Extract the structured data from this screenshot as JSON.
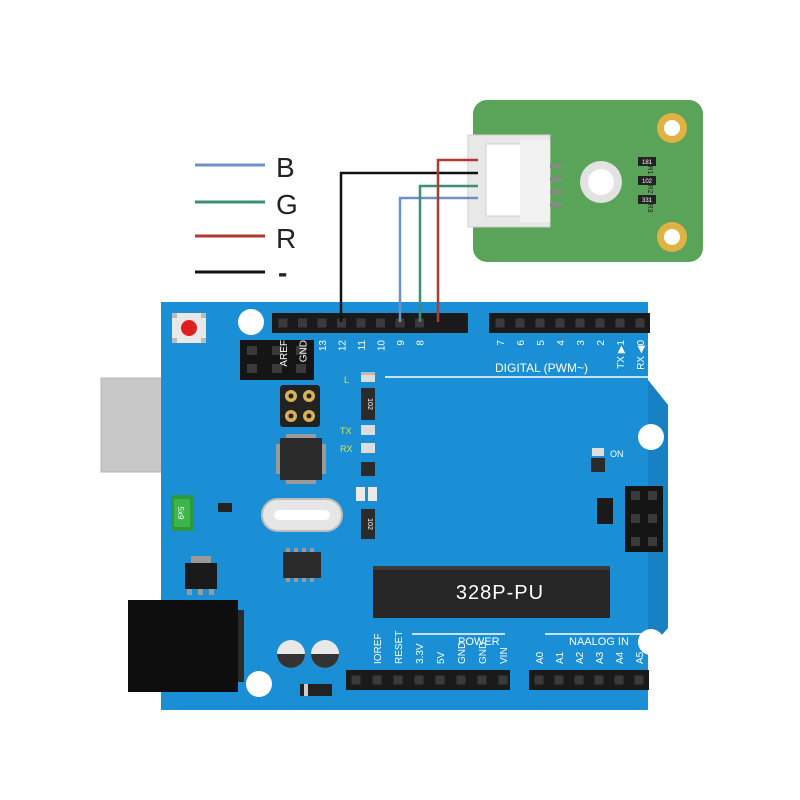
{
  "legend": {
    "items": [
      {
        "label": "B",
        "color": "#6f8fca"
      },
      {
        "label": "G",
        "color": "#3b8f79"
      },
      {
        "label": "R",
        "color": "#b03a32"
      },
      {
        "label": "-",
        "color": "#111111"
      }
    ]
  },
  "module": {
    "resistors": [
      "181",
      "R1",
      "102",
      "R2",
      "331",
      "R3"
    ]
  },
  "arduino": {
    "digital_pins_left": [
      "AREF",
      "GND",
      "13",
      "12",
      "11",
      "10",
      "9",
      "8"
    ],
    "digital_pins_right": [
      "7",
      "6",
      "5",
      "4",
      "3",
      "2",
      "TX ▶1",
      "RX ◀0"
    ],
    "digital_label": "DIGITAL (PWM~)",
    "power_label": "POWER",
    "power_pins": [
      "IOREF",
      "RESET",
      "3.3V",
      "5V",
      "GND",
      "GND",
      "VIN"
    ],
    "analog_label": "NAALOG IN",
    "analog_pins": [
      "A0",
      "A1",
      "A2",
      "A3",
      "A4",
      "A5"
    ],
    "led_l": "L",
    "led_tx": "TX",
    "led_rx": "RX",
    "led_on": "ON",
    "chip_label": "328P-PU",
    "resistor_1": "102",
    "resistor_2": "102",
    "fuse_label": "5x9"
  },
  "colors": {
    "board": "#1b8fd6",
    "module": "#5aa45a"
  }
}
